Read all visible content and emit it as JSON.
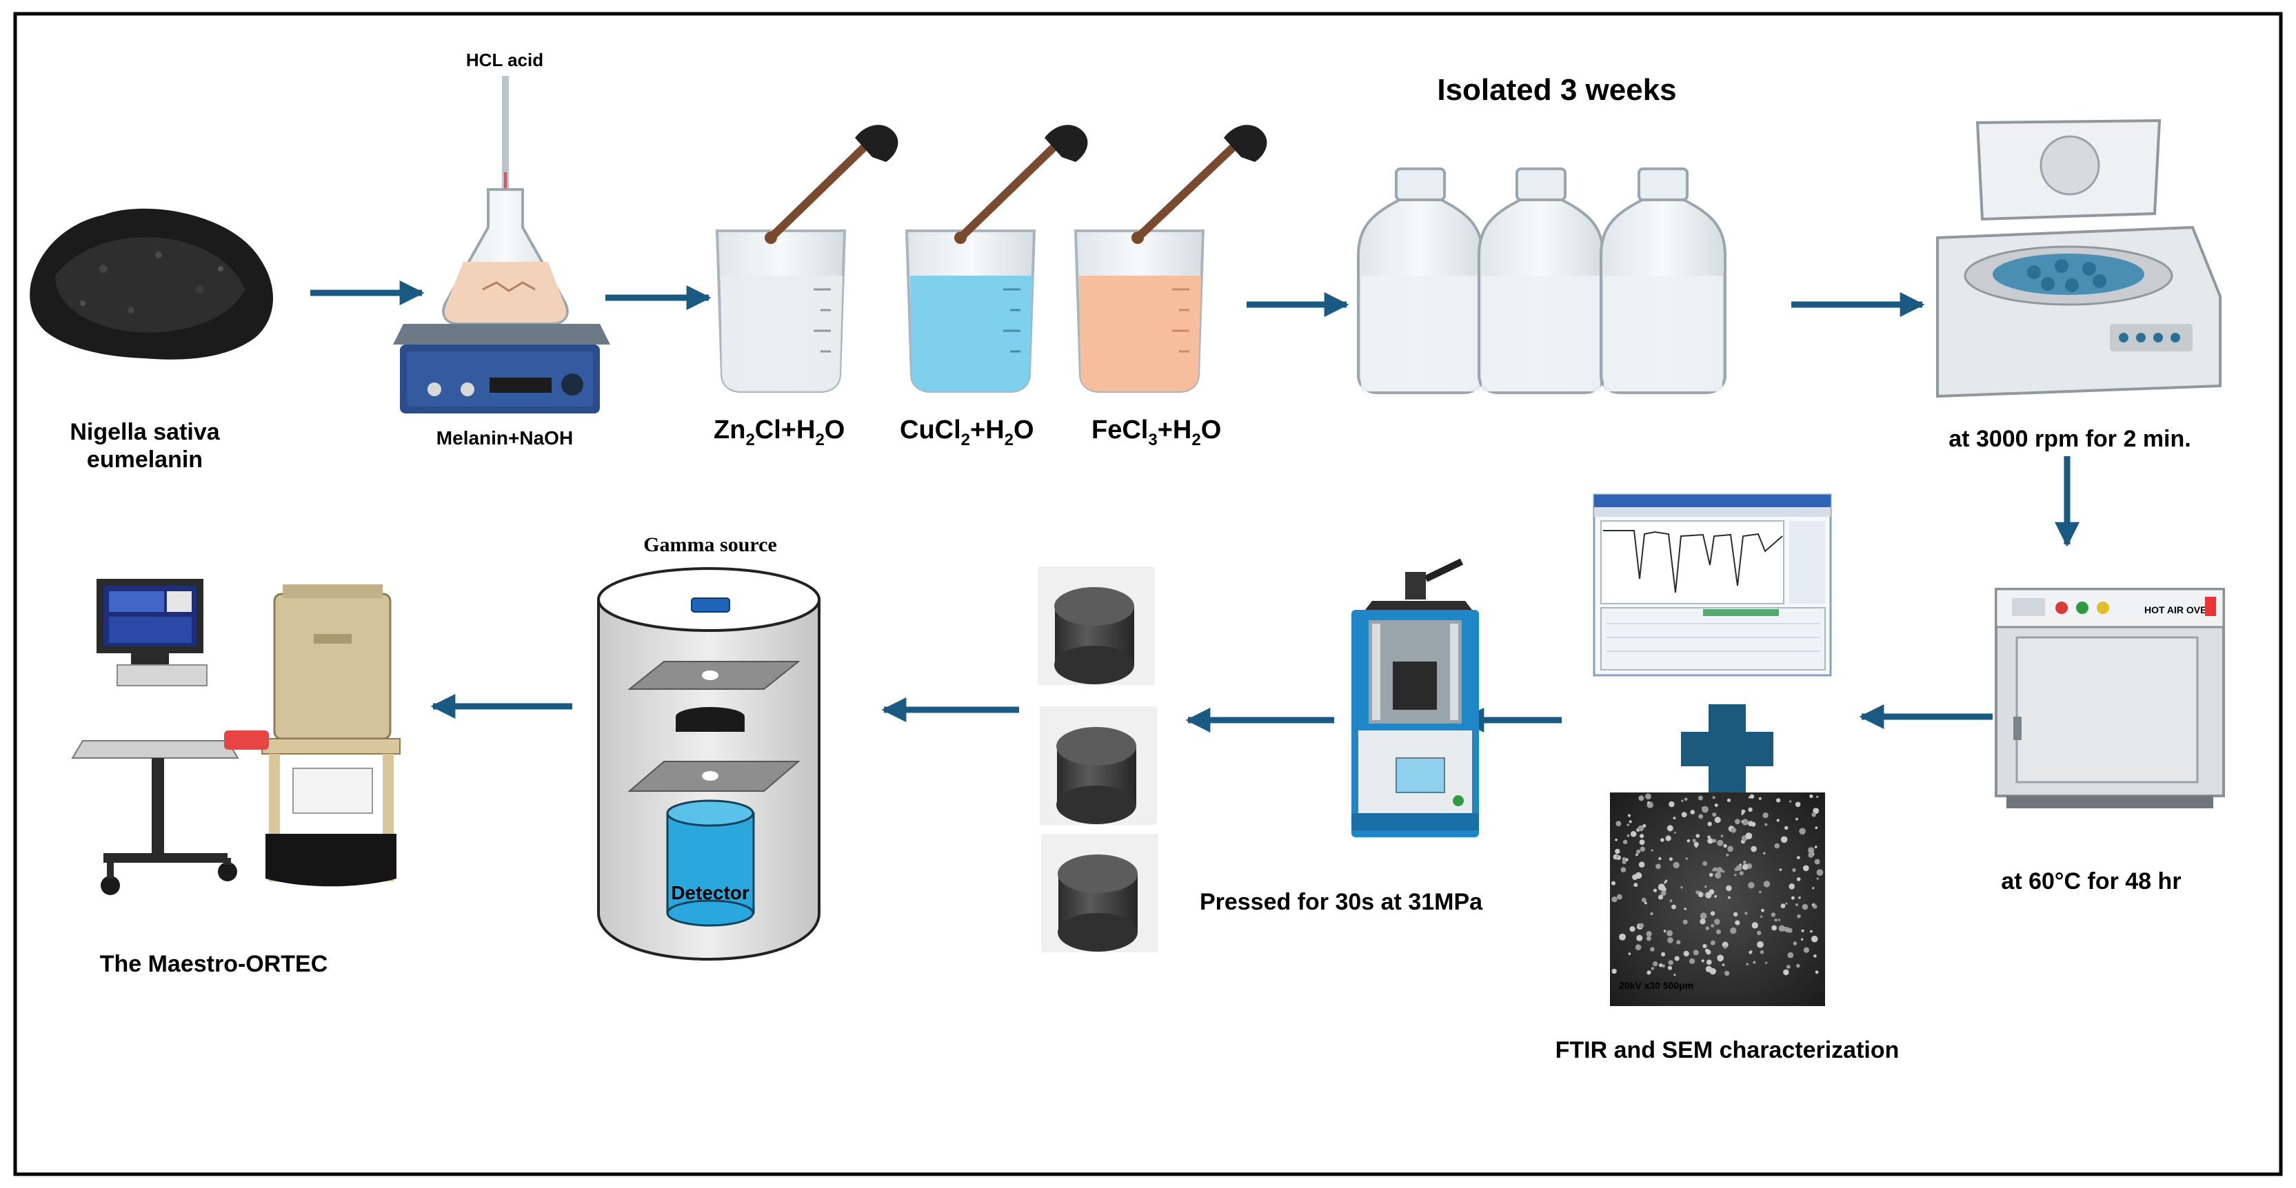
{
  "labels": {
    "nigella_line1": "Nigella sativa",
    "nigella_line2": "eumelanin",
    "hcl": "HCL acid",
    "melanin": "Melanin+NaOH",
    "zn_prefix": "Zn",
    "zn_sub": "2",
    "zn_mid": "Cl+H",
    "zn_sub2": "2",
    "zn_end": "O",
    "cu_prefix": "CuCl",
    "cu_sub": "2",
    "cu_mid": "+H",
    "cu_sub2": "2",
    "cu_end": "O",
    "fe_prefix": "FeCl",
    "fe_sub": "3",
    "fe_mid": "+H",
    "fe_sub2": "2",
    "fe_end": "O",
    "isolated": "Isolated 3 weeks",
    "centrifuge": "at 3000 rpm for 2 min.",
    "oven": "at 60°C for 48 hr",
    "characterization": "FTIR and SEM characterization",
    "pressed": "Pressed for 30s at 31MPa",
    "gamma": "Gamma source",
    "detector": "Detector",
    "maestro": "The Maestro-ORTEC",
    "oven_panel": "HOT AIR OVEN",
    "sem_scale": "20kV  x30  500μm"
  },
  "colors": {
    "arrow": "#1a5a82",
    "border": "#000000",
    "beaker_water": "#e9edf0",
    "beaker_cu": "#7ed0ec",
    "beaker_fe": "#f6be9c",
    "press_blue": "#1f86c8",
    "detector_blue": "#2aa7dd",
    "plus": "#1b5a7c"
  }
}
